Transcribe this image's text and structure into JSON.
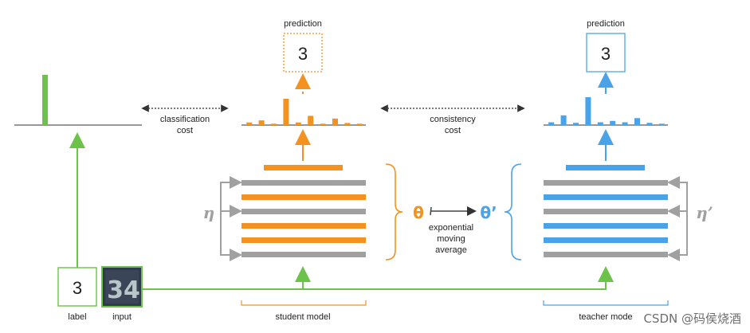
{
  "labels": {
    "prediction_left": "prediction",
    "prediction_right": "prediction",
    "prediction_value_left": "3",
    "prediction_value_right": "3",
    "classification_cost": [
      "classification",
      "cost"
    ],
    "consistency_cost": [
      "consistency",
      "cost"
    ],
    "theta": "θ",
    "theta_prime": "θ’",
    "ema": [
      "exponential",
      "moving",
      "average"
    ],
    "eta": "η",
    "eta_prime": "η’",
    "label_value": "3",
    "label_caption": "label",
    "input_caption": "input",
    "input_digits": "34",
    "student_caption": "student model",
    "teacher_caption": "teacher mode",
    "watermark": "CSDN @码侯烧酒"
  },
  "colors": {
    "green": "#6cc24a",
    "orange": "#f39220",
    "blue": "#4aa3e8",
    "gray": "#a0a0a0",
    "dark": "#444444"
  },
  "distributions": {
    "label": [
      0,
      0,
      0,
      1,
      0,
      0,
      0,
      0,
      0,
      0
    ],
    "student": [
      0.1,
      0.18,
      0.05,
      1.0,
      0.1,
      0.35,
      0.05,
      0.25,
      0.08,
      0.05
    ],
    "teacher": [
      0.1,
      0.35,
      0.08,
      1.0,
      0.1,
      0.15,
      0.1,
      0.25,
      0.08,
      0.05
    ]
  }
}
